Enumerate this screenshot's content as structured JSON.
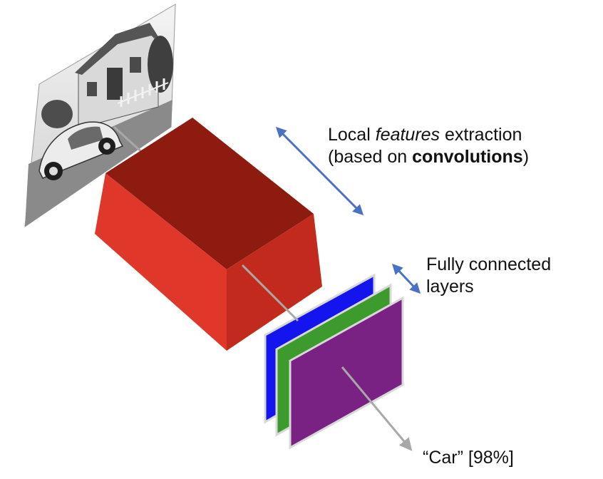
{
  "labels": {
    "features_line1_prefix": "Local ",
    "features_line1_emphasis": "features",
    "features_line1_suffix": " extraction",
    "features_line2_prefix": "(based on ",
    "features_line2_bold": "convolutions",
    "features_line2_suffix": ")",
    "fc_line1": "Fully connected",
    "fc_line2": "layers",
    "output": "“Car” [98%]"
  },
  "colors": {
    "cube_top": "#8e1b10",
    "cube_front": "#e0372b",
    "cube_side": "#c22a1d",
    "layer_blue": "#1414ee",
    "layer_green": "#3d9a2c",
    "layer_purple": "#7a2283",
    "arrow_blue": "#4a72c4",
    "connector_gray": "#a8a8a8"
  },
  "icons": {
    "input_image": "photo-of-car-in-front-of-house-icon"
  }
}
